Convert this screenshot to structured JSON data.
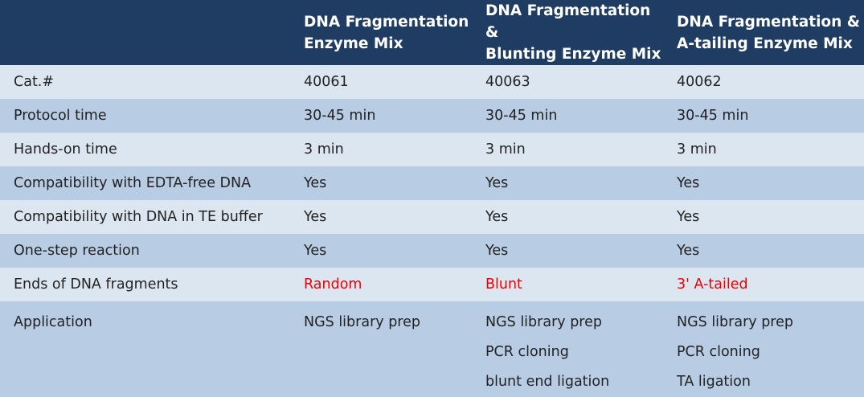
{
  "colors": {
    "header_bg": "#1f3c63",
    "row_light": "#dce6f1",
    "row_dark": "#b8cce4",
    "highlight": "#ee0000"
  },
  "table": {
    "headers": [
      "",
      [
        "DNA Fragmentation",
        "Enzyme Mix"
      ],
      [
        "DNA Fragmentation &",
        "Blunting Enzyme Mix"
      ],
      [
        "DNA Fragmentation &",
        "A-tailing Enzyme Mix"
      ]
    ],
    "rows": [
      [
        "Cat.#",
        "40061",
        "40063",
        "40062"
      ],
      [
        "Protocol time",
        "30-45 min",
        "30-45 min",
        "30-45 min"
      ],
      [
        "Hands-on time",
        "3 min",
        "3 min",
        "3 min"
      ],
      [
        "Compatibility with EDTA-free DNA",
        "Yes",
        "Yes",
        "Yes"
      ],
      [
        "Compatibility with DNA in TE buffer",
        "Yes",
        "Yes",
        "Yes"
      ],
      [
        "One-step reaction",
        "Yes",
        "Yes",
        "Yes"
      ],
      [
        "Ends of DNA fragments",
        "Random",
        "Blunt",
        "3' A-tailed"
      ]
    ],
    "application": {
      "label": "Application",
      "col1": [
        "NGS library prep"
      ],
      "col2": [
        "NGS library prep",
        "PCR cloning",
        "blunt end ligation"
      ],
      "col3": [
        "NGS library prep",
        "PCR cloning",
        "TA ligation"
      ]
    }
  }
}
